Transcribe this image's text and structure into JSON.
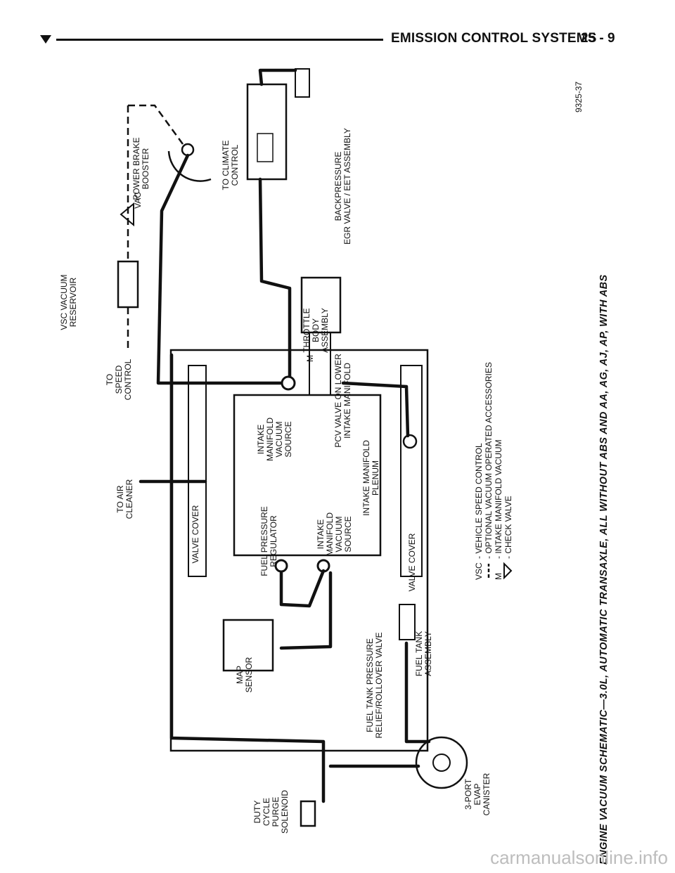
{
  "header": {
    "title": "EMISSION CONTROL SYSTEMS",
    "page": "25 - 9"
  },
  "figure": {
    "caption": "ENGINE VACUUM SCHEMATIC—3.0L, AUTOMATIC TRANSAXLE, ALL WITHOUT ABS AND AA, AG, AJ, AP, WITH ABS",
    "figure_id": "9325-37",
    "labels": {
      "vsc_reservoir": [
        "VSC VACUUM",
        "RESERVOIR"
      ],
      "to_speed_control": [
        "TO",
        "SPEED",
        "CONTROL"
      ],
      "vac": "VAC",
      "power_brake_booster": [
        "POWER BRAKE",
        "BOOSTER"
      ],
      "to_climate_control": [
        "TO CLIMATE",
        "CONTROL"
      ],
      "egr_valve": [
        "BACKPRESSURE",
        "EGR VALVE / EET ASSEMBLY"
      ],
      "throttle_body": [
        "THROTTLE",
        "BODY",
        "ASSEMBLY"
      ],
      "m_marker": "M",
      "pcv_valve": [
        "PCV VALVE ON LOWER",
        "INTAKE MANIFOLD"
      ],
      "intake_vacuum_1": [
        "INTAKE",
        "MANIFOLD",
        "VACUUM",
        "SOURCE"
      ],
      "intake_plenum": [
        "INTAKE MANIFOLD",
        "PLENUM"
      ],
      "to_air_cleaner": [
        "TO AIR",
        "CLEANER"
      ],
      "valve_cover_top": "VALVE COVER",
      "fuel_pressure_regulator": [
        "FUEL PRESSURE",
        "REGULATOR"
      ],
      "intake_vacuum_2": [
        "INTAKE",
        "MANIFOLD",
        "VACUUM",
        "SOURCE"
      ],
      "valve_cover_bottom": "VALVE COVER",
      "map_sensor": [
        "MAP",
        "SENSOR"
      ],
      "fuel_tank_relief": [
        "FUEL TANK PRESSURE",
        "RELIEF/ROLLOVER VALVE"
      ],
      "fuel_tank_assembly": [
        "FUEL TANK",
        "ASSEMBLY"
      ],
      "evap_canister": [
        "3-PORT",
        "EVAP",
        "CANISTER"
      ],
      "purge_solenoid": [
        "DUTY",
        "CYCLE",
        "PURGE",
        "SOLENOID"
      ]
    },
    "legend": [
      {
        "symbol": "VSC",
        "text": "- VEHICLE SPEED CONTROL"
      },
      {
        "symbol": "dashed-line",
        "text": "- OPTIONAL VACUUM OPERATED ACCESSORIES"
      },
      {
        "symbol": "M",
        "text": "- INTAKE MANIFOLD VACUUM"
      },
      {
        "symbol": "check-valve",
        "text": "- CHECK VALVE"
      }
    ]
  },
  "watermark": "carmanualsonline.info"
}
